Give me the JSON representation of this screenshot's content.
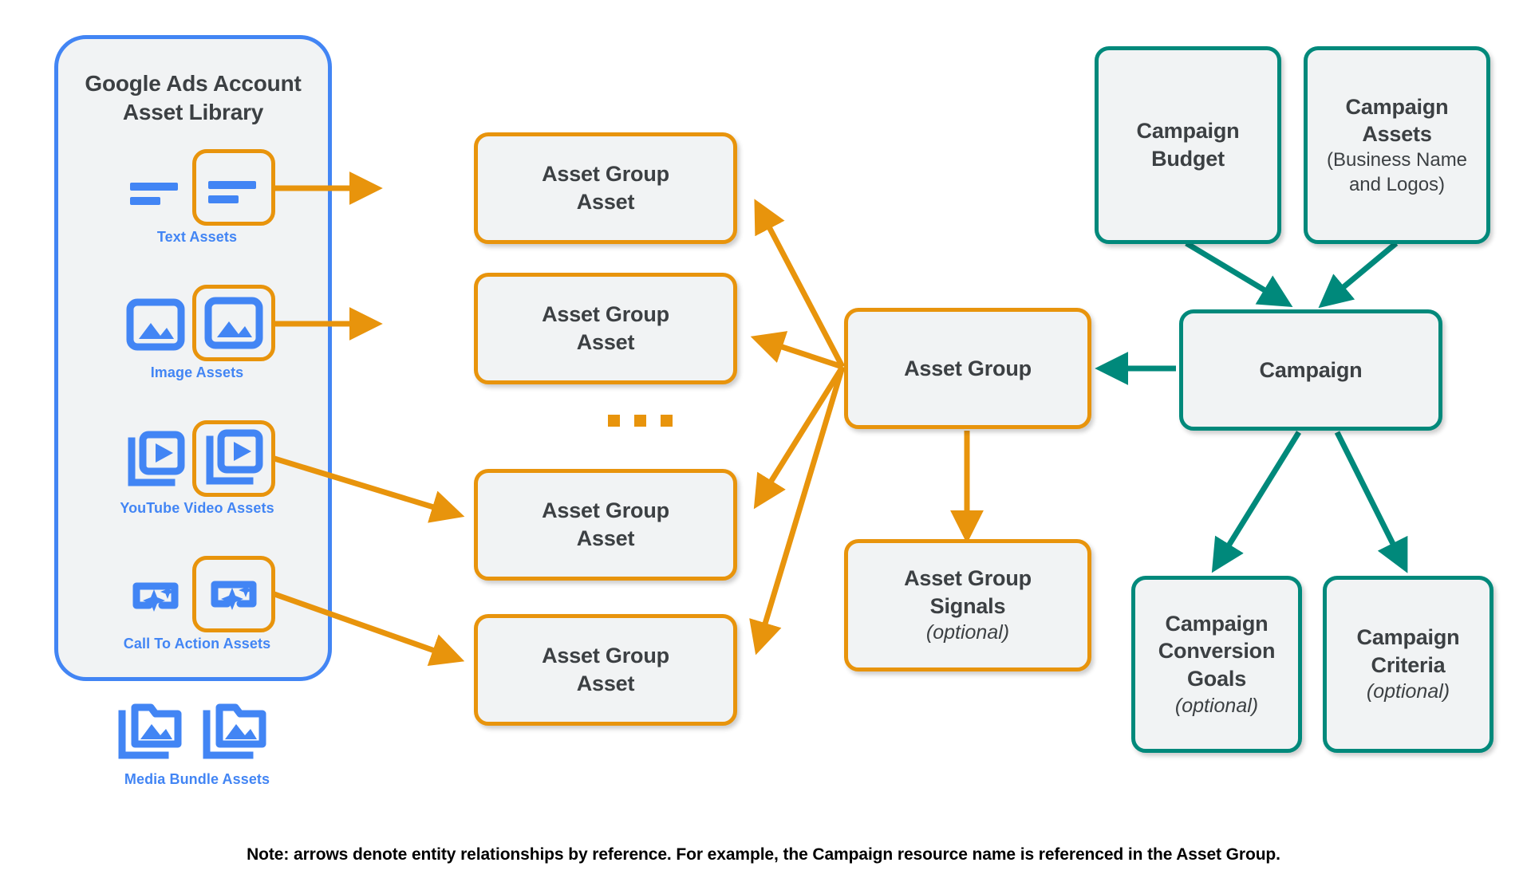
{
  "colors": {
    "blue": "#4285f4",
    "orange": "#e8940c",
    "teal": "#00897b",
    "panel_fill": "#f1f3f4",
    "text_dark": "#3c4043"
  },
  "library": {
    "title_line1": "Google Ads Account",
    "title_line2": "Asset Library",
    "assets": [
      {
        "label": "Text Assets",
        "icon": "text-lines-icon",
        "boxed": true
      },
      {
        "label": "Image Assets",
        "icon": "image-icon",
        "boxed": true
      },
      {
        "label": "YouTube Video  Assets",
        "icon": "video-stack-icon",
        "boxed": true
      },
      {
        "label": "Call To Action Assets",
        "icon": "sparkle-card-icon",
        "boxed": true
      },
      {
        "label": "Media Bundle  Assets",
        "icon": "folder-image-stack-icon",
        "boxed": false
      }
    ]
  },
  "asset_group_assets": [
    {
      "line1": "Asset Group",
      "line2": "Asset"
    },
    {
      "line1": "Asset Group",
      "line2": "Asset"
    },
    {
      "line1": "Asset Group",
      "line2": "Asset"
    },
    {
      "line1": "Asset Group",
      "line2": "Asset"
    }
  ],
  "ellipsis": "...",
  "asset_group": {
    "label": "Asset Group"
  },
  "asset_group_signals": {
    "line1": "Asset Group",
    "line2": "Signals",
    "note": "(optional)"
  },
  "campaign_budget": {
    "line1": "Campaign",
    "line2": "Budget"
  },
  "campaign_assets": {
    "line1": "Campaign",
    "line2": "Assets",
    "detail": "(Business Name and Logos)"
  },
  "campaign": {
    "label": "Campaign"
  },
  "campaign_conversion_goals": {
    "line1": "Campaign",
    "line2": "Conversion",
    "line3": "Goals",
    "note": "(optional)"
  },
  "campaign_criteria": {
    "line1": "Campaign",
    "line2": "Criteria",
    "note": "(optional)"
  },
  "footnote": "Note: arrows denote entity relationships by reference. For example, the Campaign resource name is referenced in the Asset Group."
}
